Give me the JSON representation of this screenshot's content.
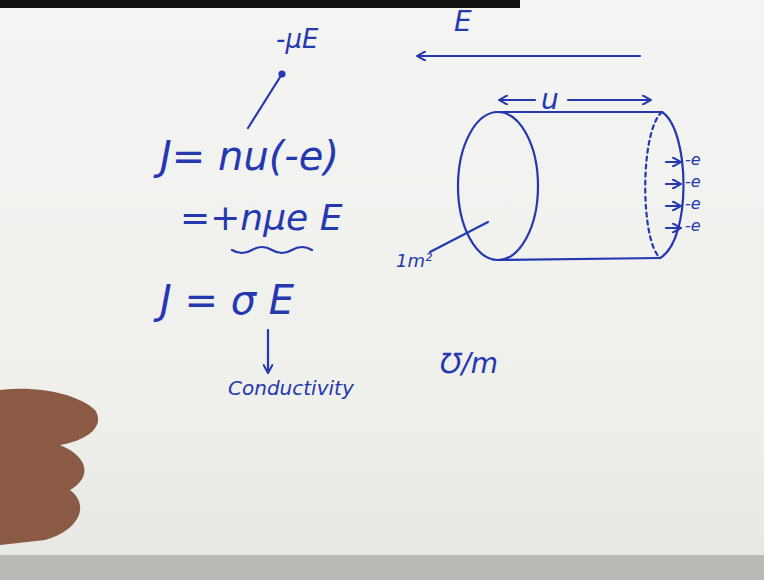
{
  "diagram": {
    "labels": [
      "-μE",
      "E",
      "u",
      "J= nu(-e)",
      "=+nμe E",
      "J = σ E",
      "Conductivity",
      "℧/m",
      "1m²",
      "-e",
      "-e",
      "-e",
      "-e"
    ]
  }
}
